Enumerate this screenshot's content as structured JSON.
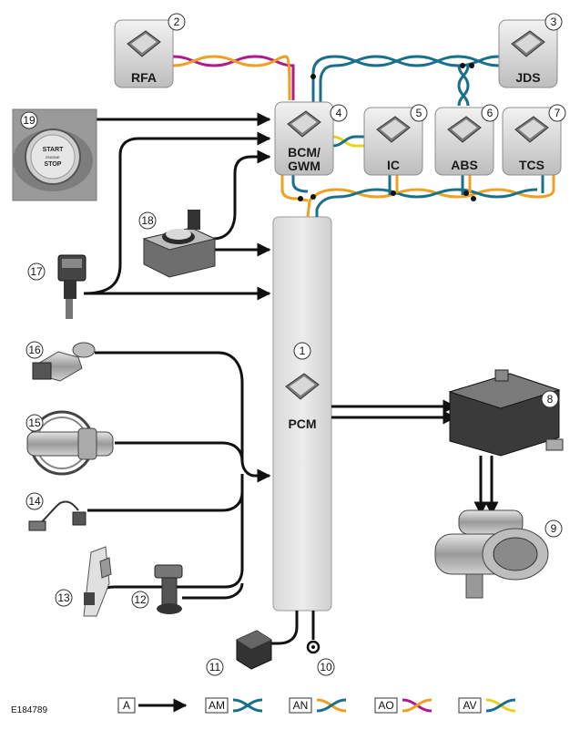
{
  "colors": {
    "AM": "#1a6f8a",
    "AN": "#f0a020",
    "AO": "#b01a8c",
    "AV": "#e8d21a",
    "wire": "#111111"
  },
  "modules": {
    "rfa": "RFA",
    "jds": "JDS",
    "bcm_line1": "BCM/",
    "bcm_line2": "GWM",
    "ic": "IC",
    "abs": "ABS",
    "tcs": "TCS",
    "pcm": "PCM"
  },
  "start_button": {
    "start": "START",
    "engine": "ENGINE",
    "stop": "STOP"
  },
  "callouts": [
    "1",
    "2",
    "3",
    "4",
    "5",
    "6",
    "7",
    "8",
    "9",
    "10",
    "11",
    "12",
    "13",
    "14",
    "15",
    "16",
    "17",
    "18",
    "19"
  ],
  "legend": [
    {
      "code": "A",
      "meaning": "arrow"
    },
    {
      "code": "AM",
      "meaning": "bus"
    },
    {
      "code": "AN",
      "meaning": "bus"
    },
    {
      "code": "AO",
      "meaning": "bus"
    },
    {
      "code": "AV",
      "meaning": "bus"
    }
  ],
  "reference": "E184789"
}
